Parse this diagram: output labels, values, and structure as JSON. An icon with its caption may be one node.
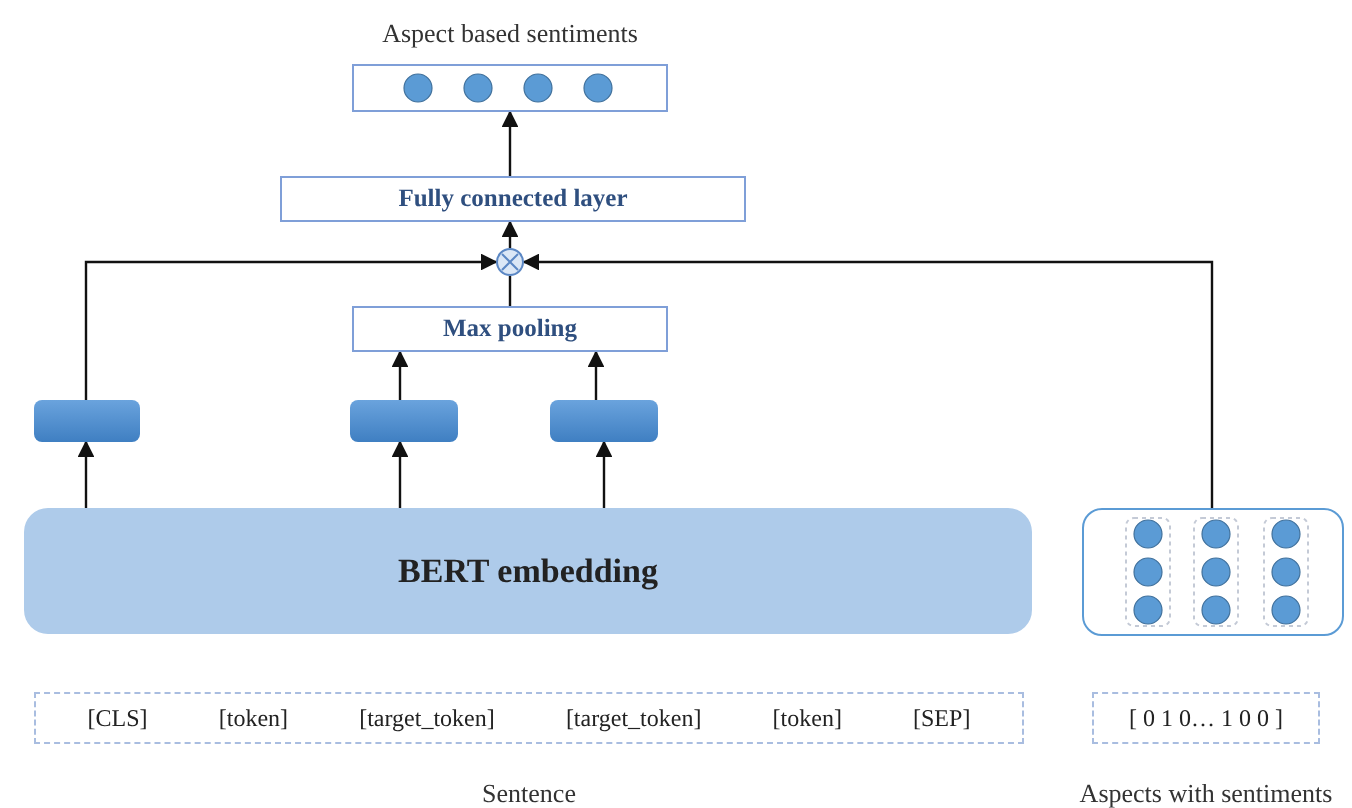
{
  "diagram": {
    "nodes": [
      {
        "text": [
          "Aspect based sentiments"
        ]
      },
      {
        "text": [
          "Fully connected layer"
        ]
      },
      {
        "text": [],
        "shape": "circle"
      },
      {
        "text": [
          "Max pooling"
        ]
      },
      {
        "text": [],
        "shape": "box"
      },
      {
        "text": [],
        "shape": "box"
      },
      {
        "text": [],
        "shape": "box"
      },
      {
        "text": [
          "BERT embedding"
        ]
      },
      {
        "text": [],
        "shape": "box"
      },
      {
        "text": [
          "[CLS]",
          "[token]",
          "[target_token]",
          "[target_token]",
          "[token]",
          "[SEP]"
        ],
        "beside": [
          "Sentence"
        ]
      },
      {
        "text": [
          "[ 0 1 0… 1 0 0 ]"
        ],
        "beside": [
          "Aspects with sentiments"
        ]
      }
    ],
    "edges": [
      {
        "from": 1,
        "to": 0,
        "arrow": "to"
      },
      {
        "from": 2,
        "to": 1,
        "arrow": "to"
      },
      {
        "from": 3,
        "to": 2,
        "arrow": "none"
      },
      {
        "from": 4,
        "to": 2,
        "arrow": "to"
      },
      {
        "from": 8,
        "to": 2,
        "arrow": "to"
      },
      {
        "from": 5,
        "to": 3,
        "arrow": "to"
      },
      {
        "from": 6,
        "to": 3,
        "arrow": "to"
      },
      {
        "from": 7,
        "to": 4,
        "arrow": "to"
      },
      {
        "from": 7,
        "to": 5,
        "arrow": "to"
      },
      {
        "from": 7,
        "to": 6,
        "arrow": "to"
      }
    ]
  }
}
